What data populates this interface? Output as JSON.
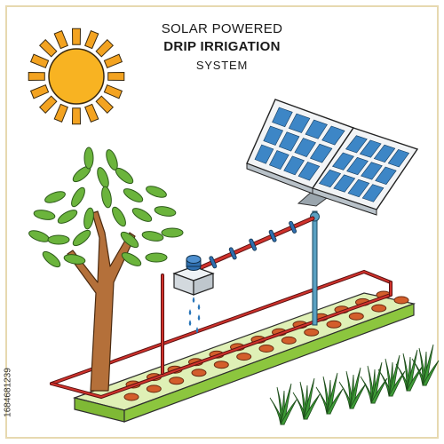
{
  "title": {
    "line1": "SOLAR POWERED",
    "line2": "DRIP IRRIGATION",
    "line3": "SYSTEM"
  },
  "stock_id": "1684681239",
  "icons": [
    "sun-icon",
    "tree-icon",
    "solar-panel-icon",
    "water-pump-icon",
    "grass-icon"
  ],
  "colors": {
    "sun": "#f8b322",
    "sun_rays": "#f3a321",
    "panel_cells": "#3d86c6",
    "panel_frame": "#e8ecef",
    "pipe": "#d0322c",
    "pole": "#5aa0c2",
    "soil_top": "#dff0b6",
    "soil_side": "#8cc63e",
    "seeds": "#d35e2b",
    "tree_trunk": "#b4703a",
    "leaves": "#6bb43c",
    "water_drops": "#2a76b9",
    "grass": "#3e9b37"
  }
}
